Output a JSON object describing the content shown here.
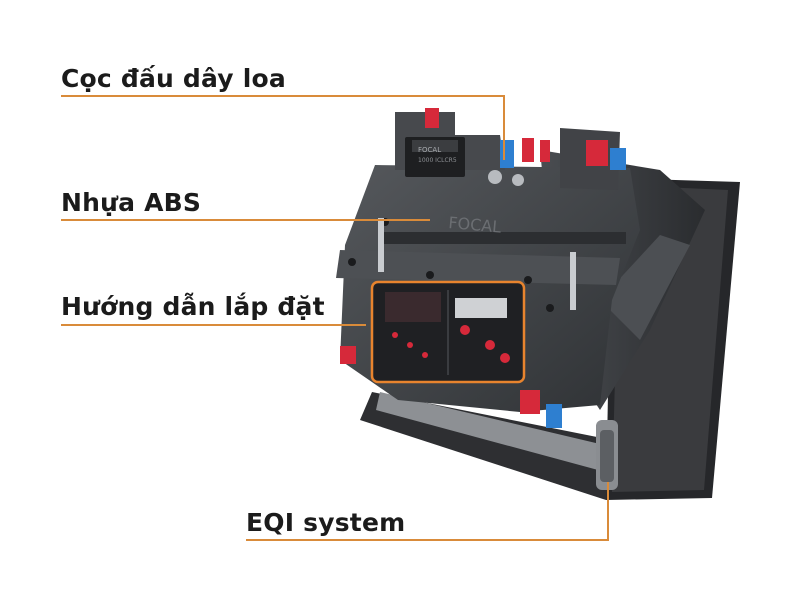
{
  "callouts": {
    "terminal": "Cọc đấu dây loa",
    "abs": "Nhựa ABS",
    "guide": "Hướng dẫn lắp đặt",
    "eqi": "EQI system"
  },
  "product": {
    "brand": "FOCAL",
    "model": "1000 ICLCR5"
  },
  "colors": {
    "leader": "#d98b3a",
    "body_dark": "#3e4145",
    "frame": "#2b2c2f",
    "terminal_red": "#d6293a",
    "terminal_blue": "#2e7fd0",
    "panel_orange": "#e8842e"
  }
}
